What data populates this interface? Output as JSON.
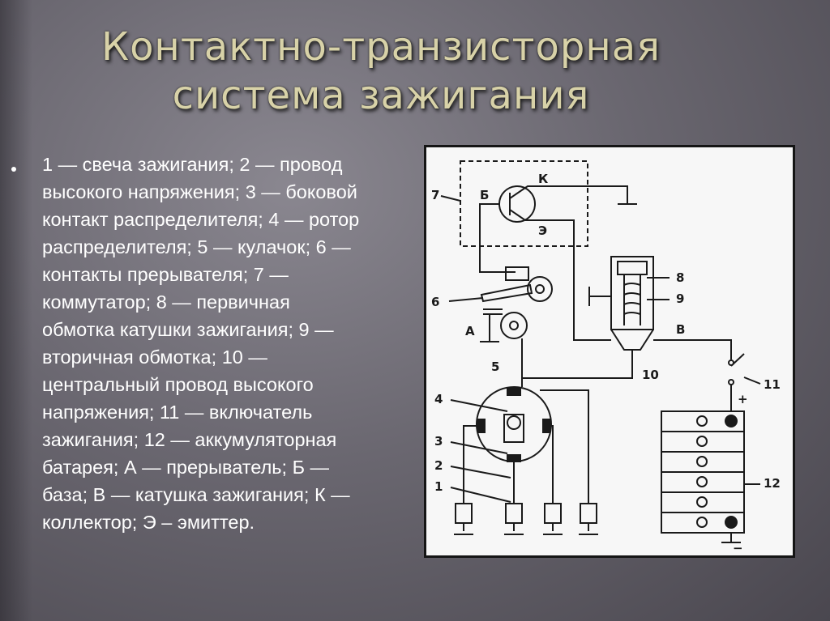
{
  "slide": {
    "title_line1": "Контактно-транзисторная",
    "title_line2": "система зажигания",
    "description": "1 — свеча зажигания; 2 — провод высокого напряжения; 3 — боковой контакт распределителя; 4 — ротор распределителя; 5 — кулачок; 6 — контакты прерывателя; 7 — коммутатор; 8 — первичная обмотка катушки зажигания; 9 — вторичная обмотка; 10 — центральный провод высокого напряжения; 11 — включатель зажигания; 12 — аккумуляторная батарея; А — прерыватель; Б — база; В — катушка зажигания; К — коллектор; Э – эмиттер."
  },
  "diagram": {
    "labels": {
      "k": "К",
      "b": "Б",
      "e": "Э",
      "a": "А",
      "v": "В",
      "n1": "1",
      "n2": "2",
      "n3": "3",
      "n4": "4",
      "n5": "5",
      "n6": "6",
      "n7": "7",
      "n8": "8",
      "n9": "9",
      "n10": "10",
      "n11": "11",
      "n12": "12",
      "plus": "+",
      "minus": "−"
    }
  }
}
